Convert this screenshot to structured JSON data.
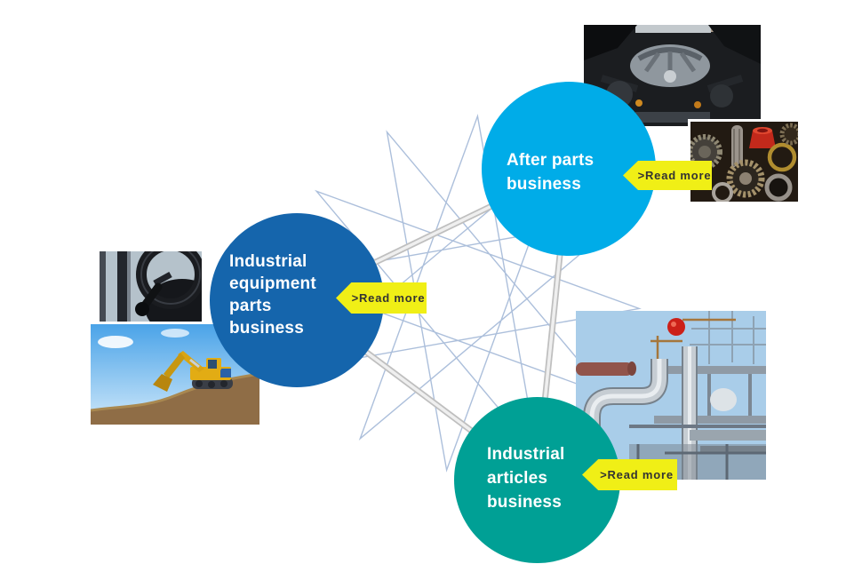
{
  "diagram": {
    "businesses": [
      {
        "id": "after-parts",
        "label": "After parts\nbusiness",
        "read_more": ">Read more",
        "circle_color": "#00ace8"
      },
      {
        "id": "industrial-equipment-parts",
        "label": "Industrial\nequipment\nparts\nbusiness",
        "read_more": ">Read more",
        "circle_color": "#1565ac"
      },
      {
        "id": "industrial-articles",
        "label": "Industrial\narticles\nbusiness",
        "read_more": ">Read more",
        "circle_color": "#00a095"
      }
    ],
    "photos": [
      {
        "id": "car-engine-photo"
      },
      {
        "id": "transmission-gears-photo"
      },
      {
        "id": "forklift-steering-photo"
      },
      {
        "id": "excavator-photo"
      },
      {
        "id": "industrial-piping-photo"
      }
    ],
    "colors": {
      "background": "#ffffff",
      "read_more_tag": "#f0ef16",
      "read_more_text": "#333333",
      "label_text": "#ffffff",
      "star_lines": "#a8bcd9",
      "connector_outer": "#bfbfbf",
      "connector_inner": "#efefef"
    }
  }
}
